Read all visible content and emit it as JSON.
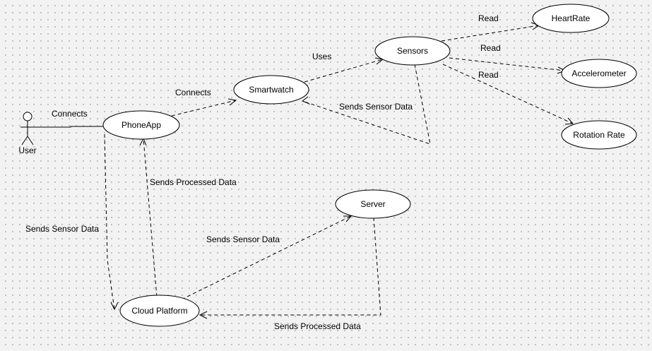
{
  "diagram": {
    "actor": {
      "id": "user",
      "label": "User"
    },
    "nodes": [
      {
        "id": "heartrate",
        "label": "HeartRate"
      },
      {
        "id": "sensors",
        "label": "Sensors"
      },
      {
        "id": "accelerometer",
        "label": "Accelerometer"
      },
      {
        "id": "smartwatch",
        "label": "Smartwatch"
      },
      {
        "id": "phoneapp",
        "label": "PhoneApp"
      },
      {
        "id": "rotationrate",
        "label": "Rotation Rate"
      },
      {
        "id": "server",
        "label": "Server"
      },
      {
        "id": "cloudplatform",
        "label": "Cloud Platform"
      }
    ],
    "edges": [
      {
        "id": "user-phoneapp",
        "from": "user",
        "to": "phoneapp",
        "label": "Connects",
        "style": "solid"
      },
      {
        "id": "phoneapp-smartwatch",
        "from": "phoneapp",
        "to": "smartwatch",
        "label": "Connects",
        "style": "dashed"
      },
      {
        "id": "smartwatch-sensors",
        "from": "smartwatch",
        "to": "sensors",
        "label": "Uses",
        "style": "dashed"
      },
      {
        "id": "sensors-heartrate",
        "from": "sensors",
        "to": "heartrate",
        "label": "Read",
        "style": "dashed"
      },
      {
        "id": "sensors-accelerometer",
        "from": "sensors",
        "to": "accelerometer",
        "label": "Read",
        "style": "dashed"
      },
      {
        "id": "sensors-rotationrate",
        "from": "sensors",
        "to": "rotationrate",
        "label": "Read",
        "style": "dashed"
      },
      {
        "id": "sensors-smartwatch",
        "from": "sensors",
        "to": "smartwatch",
        "label": "Sends Sensor Data",
        "style": "dashed"
      },
      {
        "id": "phoneapp-cloud",
        "from": "phoneapp",
        "to": "cloudplatform",
        "label": "Sends Sensor Data",
        "style": "dashed"
      },
      {
        "id": "cloud-phoneapp",
        "from": "cloudplatform",
        "to": "phoneapp",
        "label": "Sends Processed Data",
        "style": "dashed"
      },
      {
        "id": "cloud-server",
        "from": "cloudplatform",
        "to": "server",
        "label": "Sends Sensor Data",
        "style": "dashed"
      },
      {
        "id": "server-cloud",
        "from": "server",
        "to": "cloudplatform",
        "label": "Sends Processed Data",
        "style": "dashed"
      }
    ]
  }
}
